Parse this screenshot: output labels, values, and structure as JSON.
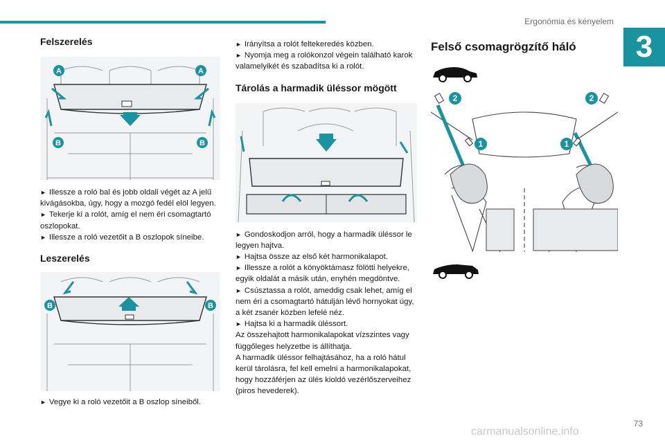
{
  "header": {
    "title": "Ergonómia és kényelem",
    "chapter": "3",
    "page_number": "73"
  },
  "col1": {
    "install_title": "Felszerelés",
    "install_fig_labels": {
      "a": "A",
      "b": "B"
    },
    "install_steps": [
      "Illessze a roló bal és jobb oldali végét az A jelű kivágásokba, úgy, hogy a mozgó fedél elöl legyen.",
      "Tekerje ki a rolót, amíg el nem éri csomagtartó oszlopokat.",
      "Illessze a roló vezetőit a B oszlopok síneibe."
    ],
    "remove_title": "Leszerelés",
    "remove_fig_labels": {
      "b": "B"
    },
    "remove_steps": [
      "Vegye ki a roló vezetőit a B oszlop síneiből."
    ]
  },
  "col2": {
    "cont_steps": [
      "Irányítsa a rolót feltekeredés közben.",
      "Nyomja meg a rolókonzol végein található karok valamelyikét és szabadítsa ki a rolót."
    ],
    "storage_title": "Tárolás a harmadik üléssor mögött",
    "storage_steps": [
      "Gondoskodjon arról, hogy a harmadik üléssor le legyen hajtva.",
      "Hajtsa össze az első két harmonikalapot.",
      "Illessze a rolót a könyöktámasz fölötti helyekre, egyik oldalát a másik után, enyhén megdöntve.",
      "Csúsztassa a rolót, ameddig csak lehet, amíg el nem éri a csomagtartó hátulján lévő hornyokat úgy, a két zsanér közben lefelé néz.",
      "Hajtsa ki a harmadik üléssort."
    ],
    "storage_notes": [
      "Az összehajtott harmonikalapokat vízszintes vagy függőleges helyzetbe is állíthatja.",
      "A harmadik üléssor felhajtásához, ha a roló hátul kerül tárolásra, fel kell emelni a harmonikalapokat, hogy hozzáférjen az ülés kioldó vezérlőszerveihez (piros hevederek)."
    ]
  },
  "col3": {
    "title": "Felső csomagrögzítő háló",
    "fig_labels": {
      "one": "1",
      "two": "2"
    }
  },
  "watermark": "carmanualsonline.info",
  "colors": {
    "accent": "#1a93a0",
    "marker": "#1a93a0"
  }
}
